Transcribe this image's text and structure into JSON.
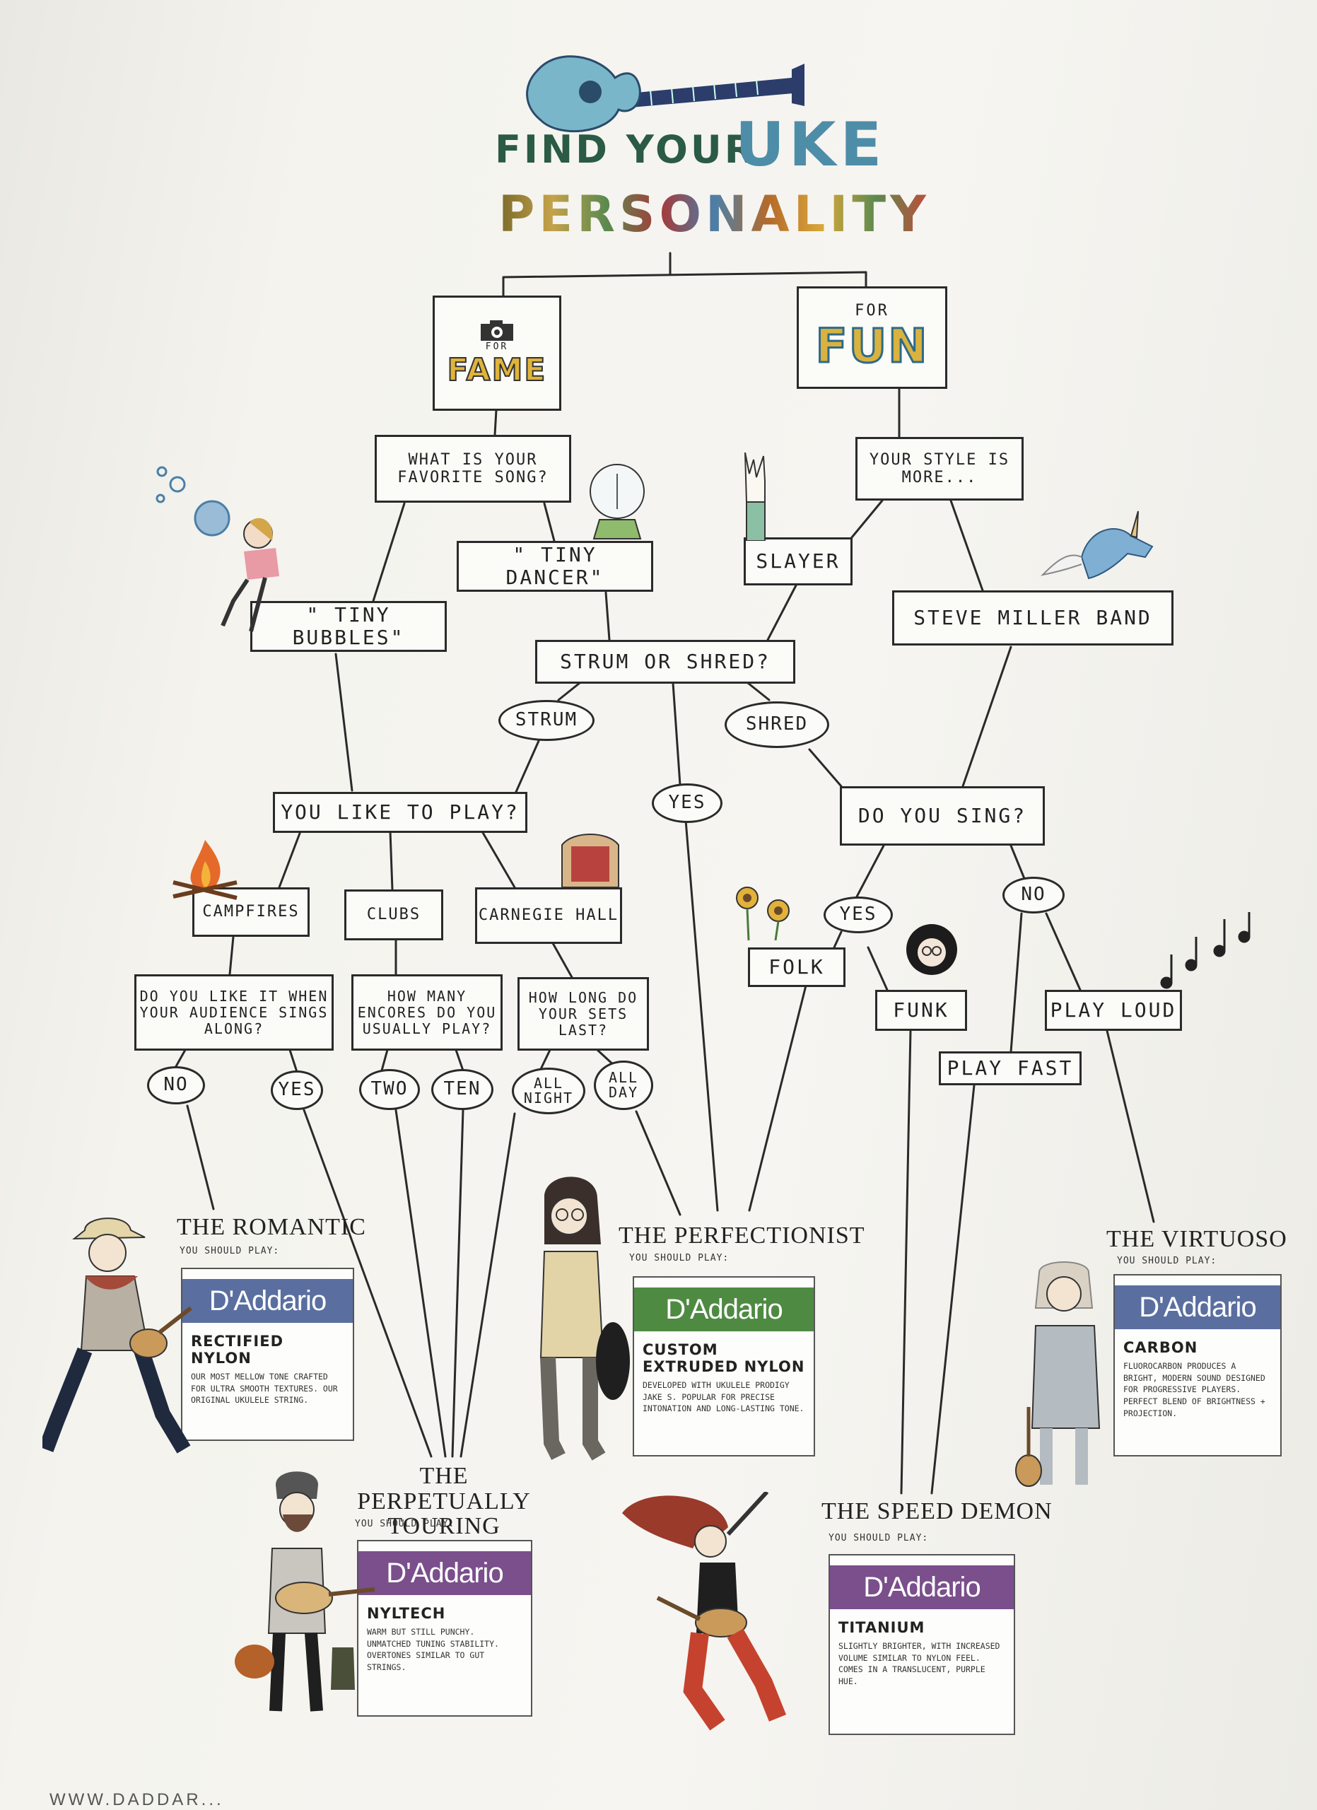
{
  "title": {
    "line1": "FIND YOUR",
    "uke": "UKE",
    "personality": "PERSONALITY"
  },
  "fame": {
    "for": "FOR",
    "label": "FAME"
  },
  "fun": {
    "for": "FOR",
    "label": "FUN"
  },
  "questions": {
    "favorite_song": "WHAT IS YOUR FAVORITE SONG?",
    "style": "YOUR STYLE IS MORE...",
    "strum_or_shred": "STRUM OR SHRED?",
    "like_to_play": "YOU LIKE TO PLAY?",
    "do_you_sing": "DO YOU SING?",
    "audience_sings": "DO YOU LIKE IT WHEN YOUR AUDIENCE SINGS ALONG?",
    "encores": "HOW MANY ENCORES DO YOU USUALLY PLAY?",
    "sets_last": "HOW LONG DO YOUR SETS LAST?"
  },
  "answers": {
    "tiny_dancer": "\" TINY DANCER\"",
    "tiny_bubbles": "\" TINY BUBBLES\"",
    "slayer": "SLAYER",
    "steve_miller": "STEVE MILLER BAND",
    "strum": "STRUM",
    "shred": "SHRED",
    "yes_mid": "YES",
    "campfires": "CAMPFIRES",
    "clubs": "CLUBS",
    "carnegie": "CARNEGIE HALL",
    "yes_sing": "YES",
    "no_sing": "NO",
    "folk": "FOLK",
    "funk": "FUNK",
    "play_loud": "PLAY LOUD",
    "play_fast": "PLAY FAST",
    "no": "NO",
    "yes": "YES",
    "two": "TWO",
    "ten": "TEN",
    "all_night": "ALL NIGHT",
    "all_day": "ALL DAY"
  },
  "results": {
    "romantic": {
      "title": "THE ROMANTIC",
      "sub": "YOU SHOULD PLAY:",
      "brand": "D'Addario",
      "product": "RECTIFIED NYLON",
      "desc": "OUR MOST MELLOW TONE CRAFTED FOR ULTRA SMOOTH TEXTURES. OUR ORIGINAL UKULELE STRING.",
      "color": "#5a6fa0"
    },
    "perfectionist": {
      "title": "THE PERFECTIONIST",
      "sub": "YOU SHOULD PLAY:",
      "brand": "D'Addario",
      "product": "CUSTOM EXTRUDED NYLON",
      "desc": "DEVELOPED WITH UKULELE PRODIGY JAKE S. POPULAR FOR PRECISE INTONATION AND LONG-LASTING TONE.",
      "color": "#4f8a43"
    },
    "virtuoso": {
      "title": "THE VIRTUOSO",
      "sub": "YOU SHOULD PLAY:",
      "brand": "D'Addario",
      "product": "CARBON",
      "desc": "FLUOROCARBON PRODUCES A BRIGHT, MODERN SOUND DESIGNED FOR PROGRESSIVE PLAYERS. PERFECT BLEND OF BRIGHTNESS + PROJECTION.",
      "color": "#5a6fa0"
    },
    "touring": {
      "title": "THE PERPETUALLY TOURING",
      "sub": "YOU SHOULD PLAY:",
      "brand": "D'Addario",
      "product": "NYLTECH",
      "desc": "WARM BUT STILL PUNCHY. UNMATCHED TUNING STABILITY. OVERTONES SIMILAR TO GUT STRINGS.",
      "color": "#7a4f8c"
    },
    "speed_demon": {
      "title": "THE SPEED DEMON",
      "sub": "YOU SHOULD PLAY:",
      "brand": "D'Addario",
      "product": "TITANIUM",
      "desc": "SLIGHTLY BRIGHTER, WITH INCREASED VOLUME SIMILAR TO NYLON FEEL. COMES IN A TRANSLUCENT, PURPLE HUE.",
      "color": "#7a4f8c"
    }
  },
  "footer": "WWW.DADDAR..."
}
